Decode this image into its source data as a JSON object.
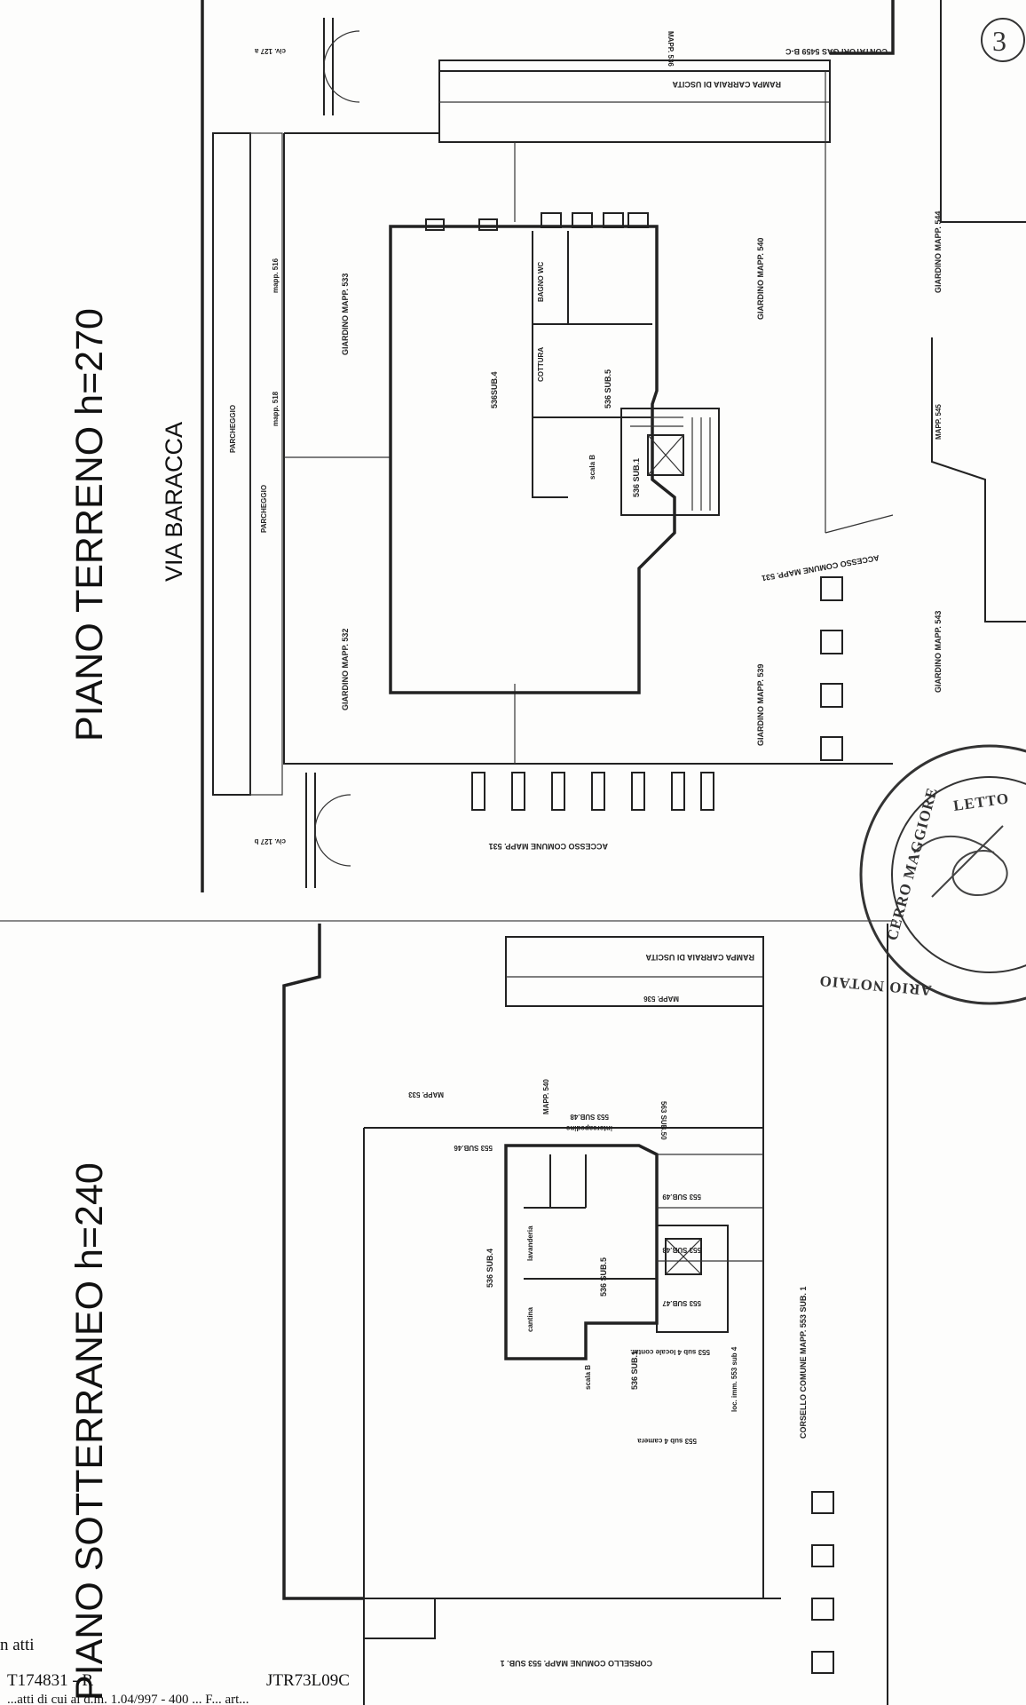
{
  "titles": {
    "ground_floor": "PIANO TERRENO h=270",
    "basement": "PIANO SOTTERRANEO h=240",
    "street": "VIA BARACCA"
  },
  "ground_floor": {
    "gas_meter": "CONTATORI GAS 5459 B-C",
    "ramp": "RAMPA CARRAIA DI USCITA",
    "mapp_top_right": "MAPP. 536",
    "mapp_518": "mapp. 518",
    "mapp_516": "mapp. 516",
    "parcheggio_1": "PARCHEGGIO",
    "parcheggio_2": "PARCHEGGIO",
    "civico_top": "civ. 127 a",
    "civico_bottom": "civ. 127 b",
    "garden_533": "GIARDINO MAPP. 533",
    "garden_532": "GIARDINO MAPP. 532",
    "garden_540": "GIARDINO MAPP. 540",
    "garden_539": "GIARDINO MAPP. 539",
    "garden_544": "GIARDINO MAPP. 544",
    "garden_543": "GIARDINO MAPP. 543",
    "mapp_545": "MAPP. 545",
    "sub4": "536SUB.4",
    "sub5": "536 SUB.5",
    "sub1": "536 SUB.1",
    "bath": "BAGNO WC",
    "kitchen": "COTTURA",
    "stair": "scala B",
    "access_531_right": "ACCESSO COMUNE MAPP. 531",
    "access_531_bottom": "ACCESSO COMUNE MAPP. 531"
  },
  "basement": {
    "ramp": "RAMPA CARRAIA DI USCITA",
    "mapp_536": "MAPP. 536",
    "mapp_533": "MAPP. 533",
    "mapp_540": "MAPP. 540",
    "sub46": "553 SUB.46",
    "sub48_inter": "553 SUB.48",
    "intercapedine": "intercapedine",
    "sub50": "563 SUB.50",
    "sub49": "553 SUB.49",
    "sub48": "553 SUB.48",
    "sub47": "553 SUB.47",
    "sub4": "536 SUB.4",
    "sub5": "536 SUB.5",
    "sub1": "536 SUB.1",
    "lavanderia": "lavanderia",
    "cantina": "cantina",
    "stair": "scala B",
    "contatori": "553 sub 4 locale contat.",
    "loc_imm": "loc. imm. 553 sub 4",
    "camera": "553 sub 4 camera",
    "corsello_right": "CORSELLO COMUNE MAPP. 553 SUB. 1",
    "corsello_bottom": "CORSELLO COMUNE MAPP. 553 SUB. 1"
  },
  "stamp": {
    "top": "LETTO",
    "left_arc": "CERRO MAGGIORE",
    "bottom_arc": "ARIO NOTAIO"
  },
  "corner_mark": "3",
  "footer": {
    "left_fragment": "n atti",
    "code": "T174831 - R",
    "code2": "JTR73L09C",
    "line": "...atti di cui al d.m. 1.04/997 - 400 ... F... art..."
  }
}
